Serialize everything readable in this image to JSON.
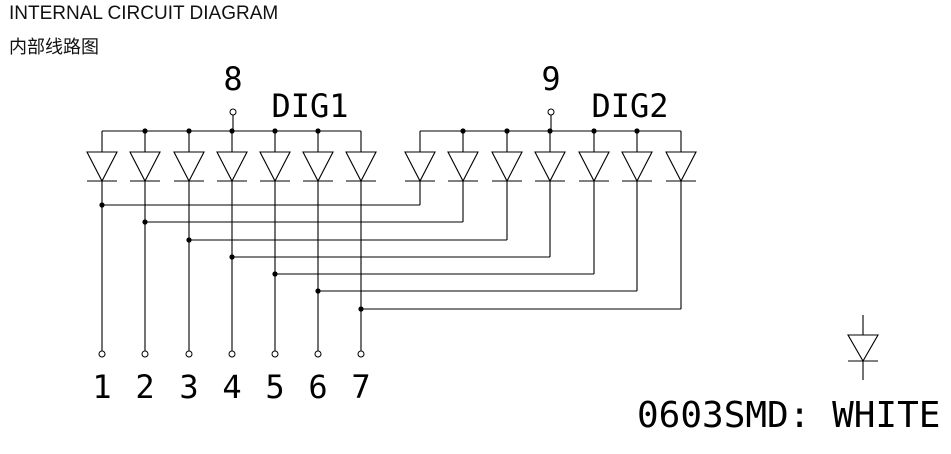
{
  "title": "INTERNAL CIRCUIT DIAGRAM",
  "subtitle": "内部线路图",
  "digits": [
    {
      "label": "DIG1",
      "common_pin": "8"
    },
    {
      "label": "DIG2",
      "common_pin": "9"
    }
  ],
  "pins": [
    "1",
    "2",
    "3",
    "4",
    "5",
    "6",
    "7"
  ],
  "legend": "0603SMD: WHITE"
}
